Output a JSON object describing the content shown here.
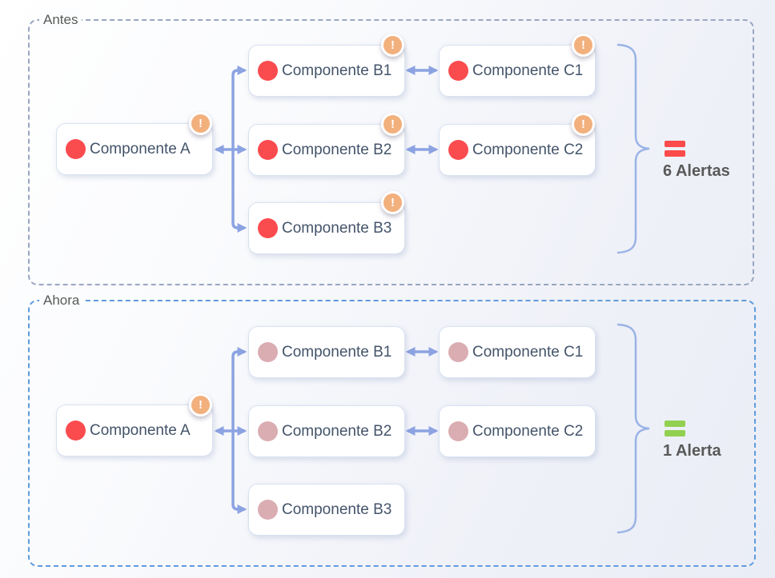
{
  "sections": {
    "antes": {
      "label": "Antes",
      "nodes": {
        "a": {
          "label": "Componente A"
        },
        "b1": {
          "label": "Componente B1"
        },
        "b2": {
          "label": "Componente B2"
        },
        "b3": {
          "label": "Componente B3"
        },
        "c1": {
          "label": "Componente C1"
        },
        "c2": {
          "label": "Componente C2"
        }
      },
      "summary": {
        "count_label": "6 Alertas"
      }
    },
    "ahora": {
      "label": "Ahora",
      "nodes": {
        "a": {
          "label": "Componente A"
        },
        "b1": {
          "label": "Componente B1"
        },
        "b2": {
          "label": "Componente B2"
        },
        "b3": {
          "label": "Componente B3"
        },
        "c1": {
          "label": "Componente C1"
        },
        "c2": {
          "label": "Componente C2"
        }
      },
      "summary": {
        "count_label": "1 Alerta"
      }
    }
  },
  "badge": {
    "glyph": "!"
  },
  "colors": {
    "alert_dot": "#fa4b4f",
    "inactive_dot": "#daadb2",
    "badge_bg": "#f2b07d",
    "connector": "#8ca3e2",
    "brace": "#9ab3e6",
    "equals_antes": "#fb4b4b",
    "equals_ahora": "#92d050",
    "antes_border": "#98a6c0",
    "ahora_border": "#5e9bdc",
    "node_text": "#44546a",
    "label_text": "#595959"
  }
}
